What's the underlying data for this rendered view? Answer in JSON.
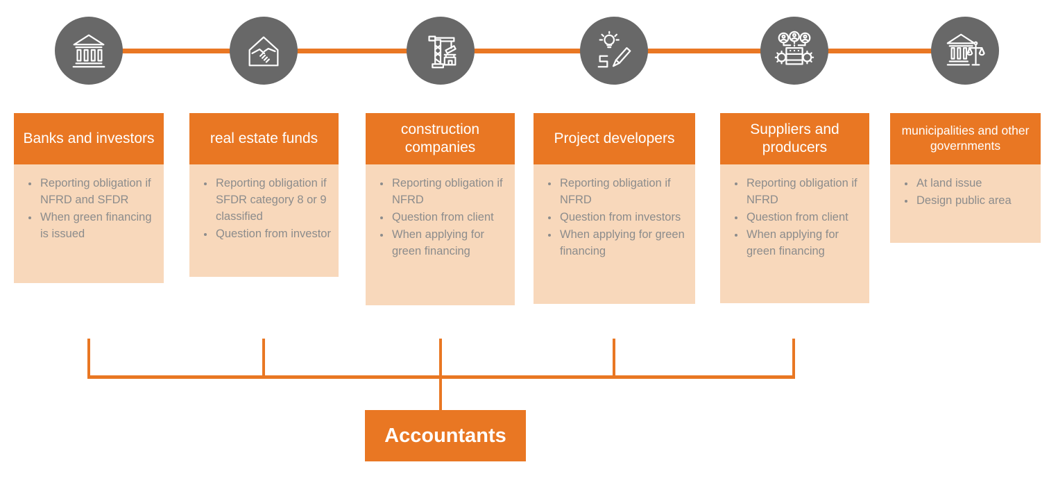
{
  "palette": {
    "orange": "#E97723",
    "peach": "#F8D8BB",
    "circle_gray": "#686868",
    "bullet_text_gray": "#8C8C8C",
    "title_text": "#FFFFFF"
  },
  "stakeholders": [
    {
      "title": "Banks and investors",
      "icon": "bank-icon",
      "bullets": [
        "Reporting obligation if NFRD and SFDR",
        "When green financing is issued"
      ]
    },
    {
      "title": "real estate funds",
      "icon": "house-handshake-icon",
      "bullets": [
        "Reporting obligation if SFDR category 8 or 9 classified",
        "Question from investor"
      ]
    },
    {
      "title": "construction companies",
      "icon": "construction-crane-icon",
      "bullets": [
        "Reporting obligation if NFRD",
        "Question from client",
        "When applying for green financing"
      ]
    },
    {
      "title": "Project developers",
      "icon": "idea-pencil-icon",
      "bullets": [
        "Reporting obligation if NFRD",
        "Question from investors",
        "When applying for green financing"
      ]
    },
    {
      "title": "Suppliers and producers",
      "icon": "production-machine-icon",
      "bullets": [
        "Reporting obligation if NFRD",
        "Question from client",
        "When applying for green financing"
      ]
    },
    {
      "title": "municipalities and other governments",
      "icon": "government-scales-icon",
      "bullets": [
        "At land issue",
        "Design public area"
      ]
    }
  ],
  "accountants": {
    "label": "Accountants"
  }
}
